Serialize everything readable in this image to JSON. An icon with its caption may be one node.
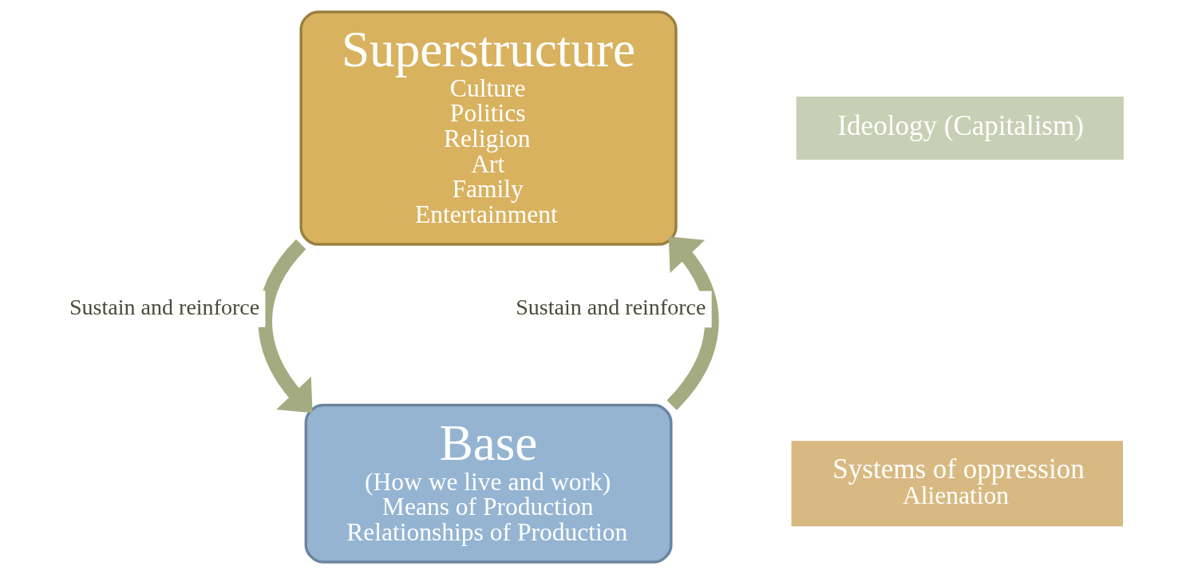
{
  "diagram": {
    "nodes": [
      {
        "text": [
          "Superstructure",
          "Culture",
          "Politics",
          "Religion",
          "Art",
          "Family",
          "Entertainment"
        ]
      },
      {
        "text": [
          "Ideology (Capitalism)"
        ]
      },
      {
        "text": [
          "Base",
          "(How we live and work)",
          "Means of Production",
          "Relationships of Production"
        ]
      },
      {
        "text": [
          "Systems of oppression",
          "Alienation"
        ]
      }
    ],
    "edges": [
      {
        "from": 0,
        "to": 2,
        "arrow": "to",
        "label": "Sustain and reinforce"
      },
      {
        "from": 2,
        "to": 0,
        "arrow": "to",
        "label": "Sustain and reinforce"
      }
    ]
  }
}
